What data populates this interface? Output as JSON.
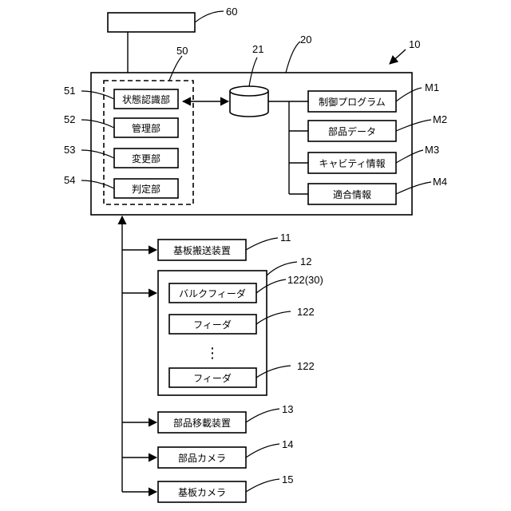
{
  "refs": {
    "r60": "60",
    "r50": "50",
    "r21": "21",
    "r20": "20",
    "r10": "10",
    "r51": "51",
    "r52": "52",
    "r53": "53",
    "r54": "54",
    "rM1": "M1",
    "rM2": "M2",
    "rM3": "M3",
    "rM4": "M4",
    "r11": "11",
    "r12": "12",
    "r122a": "122(30)",
    "r122b": "122",
    "r122c": "122",
    "r13": "13",
    "r14": "14",
    "r15": "15"
  },
  "labels": {
    "state_recognition": "状態認識部",
    "management": "管理部",
    "change": "変更部",
    "judgment": "判定部",
    "control_program": "制御プログラム",
    "component_data": "部品データ",
    "cavity_info": "キャビティ情報",
    "fit_info": "適合情報",
    "board_conveyor": "基板搬送装置",
    "bulk_feeder": "バルクフィーダ",
    "feeder_1": "フィーダ",
    "ellipsis": "⋮",
    "feeder_2": "フィーダ",
    "component_transfer": "部品移載装置",
    "component_camera": "部品カメラ",
    "board_camera": "基板カメラ"
  }
}
